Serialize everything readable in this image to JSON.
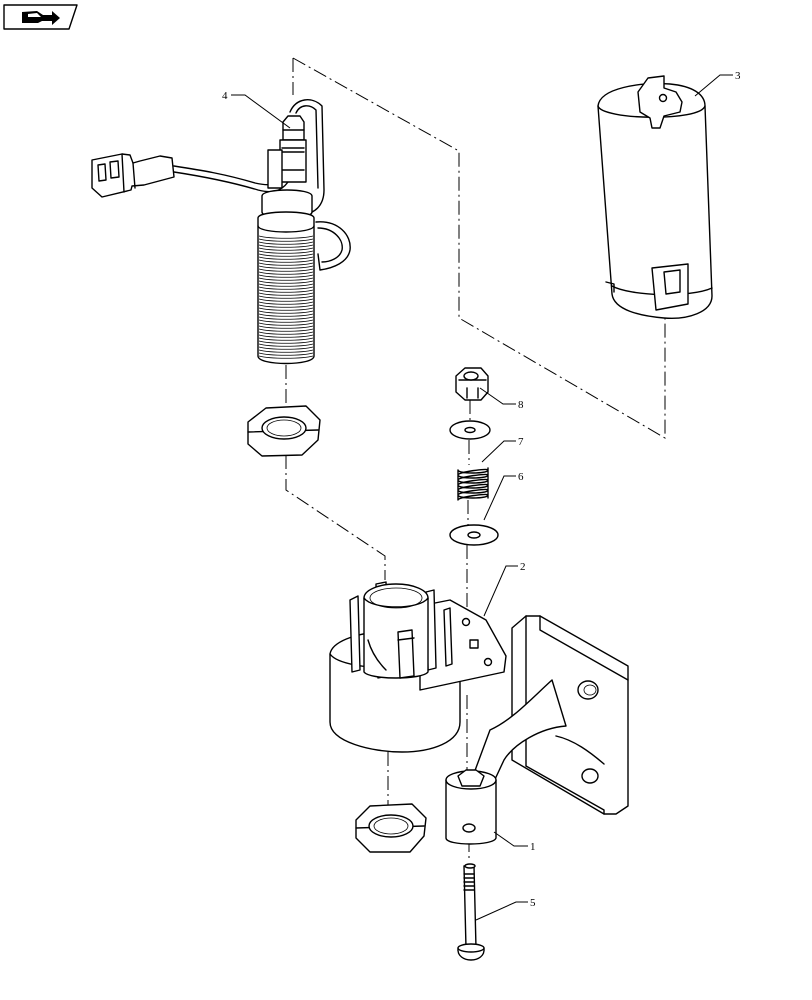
{
  "nav": {
    "icon": "book-arrow-icon"
  },
  "callouts": [
    {
      "id": "c1",
      "label": "1"
    },
    {
      "id": "c2",
      "label": "2"
    },
    {
      "id": "c3",
      "label": "3"
    },
    {
      "id": "c4",
      "label": "4"
    },
    {
      "id": "c5",
      "label": "5"
    },
    {
      "id": "c6",
      "label": "6"
    },
    {
      "id": "c7",
      "label": "7"
    },
    {
      "id": "c8",
      "label": "8"
    }
  ],
  "colors": {
    "line": "#000000",
    "background": "#ffffff"
  }
}
